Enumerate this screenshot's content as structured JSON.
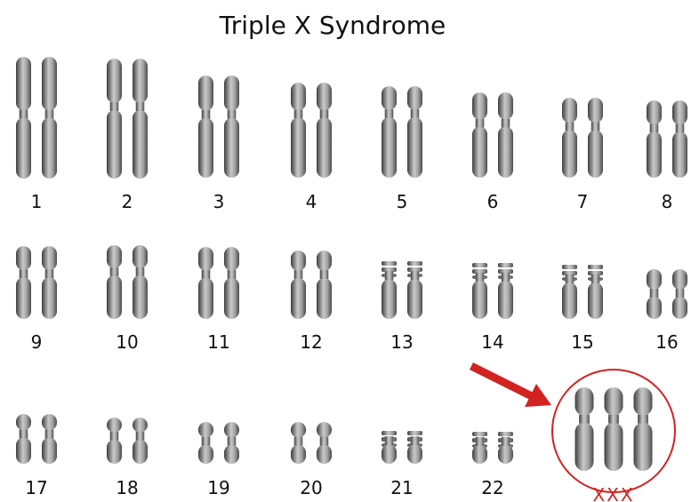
{
  "title": "Triple X Syndrome",
  "chromosome_pairs": [
    {
      "label": "1",
      "count": 2
    },
    {
      "label": "2",
      "count": 2
    },
    {
      "label": "3",
      "count": 2
    },
    {
      "label": "4",
      "count": 2
    },
    {
      "label": "5",
      "count": 2
    },
    {
      "label": "6",
      "count": 2
    },
    {
      "label": "7",
      "count": 2
    },
    {
      "label": "8",
      "count": 2
    },
    {
      "label": "9",
      "count": 2
    },
    {
      "label": "10",
      "count": 2
    },
    {
      "label": "11",
      "count": 2
    },
    {
      "label": "12",
      "count": 2
    },
    {
      "label": "13",
      "count": 2
    },
    {
      "label": "14",
      "count": 2
    },
    {
      "label": "15",
      "count": 2
    },
    {
      "label": "16",
      "count": 2
    },
    {
      "label": "17",
      "count": 2
    },
    {
      "label": "18",
      "count": 2
    },
    {
      "label": "19",
      "count": 2
    },
    {
      "label": "20",
      "count": 2
    },
    {
      "label": "21",
      "count": 2
    },
    {
      "label": "22",
      "count": 2
    }
  ],
  "sex_chromosomes": {
    "label": "XXX",
    "count": 3
  },
  "colors": {
    "chromosome_dark": "#4a4a4a",
    "chromosome_light": "#d6d6d6",
    "highlight": "#d32222",
    "text": "#111111"
  }
}
